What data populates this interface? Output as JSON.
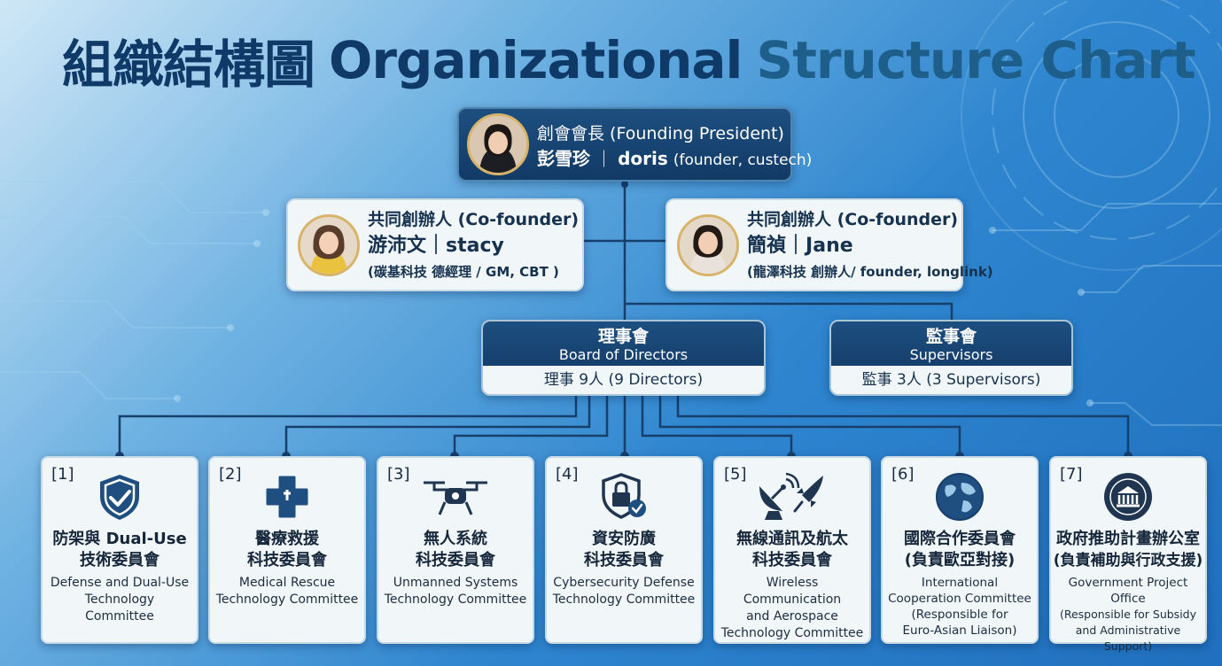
{
  "title": {
    "zh": "組織結構圖",
    "en_part1": "Organizational",
    "en_part2": "Structure Chart"
  },
  "president": {
    "role": "創會會長 (Founding President)",
    "name_zh": "彭雪珍",
    "separator": "｜",
    "name_en": "doris",
    "org": "(founder, custech)"
  },
  "cofounders": [
    {
      "role": "共同創辦人 (Co-founder)",
      "name_zh": "游沛文",
      "separator": "｜",
      "name_en": "stacy",
      "org": "(碳基科技 德經理 / GM, CBT )"
    },
    {
      "role": "共同創辦人 (Co-founder)",
      "name_zh": "簡禎",
      "separator": "｜",
      "name_en": "Jane",
      "org": "(龍澤科技 創辦人/ founder, longlink)"
    }
  ],
  "boards": [
    {
      "zh": "理事會",
      "en": "Board of Directors",
      "count": "理事 9人 (9 Directors)"
    },
    {
      "zh": "監事會",
      "en": "Supervisors",
      "count": "監事 3人 (3 Supervisors)"
    }
  ],
  "committees": [
    {
      "num": "[1]",
      "icon": "shield-check-icon",
      "zh1": "防架與 Dual-Use",
      "zh2": "技術委員會",
      "en": [
        "Defense and Dual-Use",
        "Technology",
        "Committee"
      ]
    },
    {
      "num": "[2]",
      "icon": "medical-cross-icon",
      "zh1": "醫療救援",
      "zh2": "科技委員會",
      "en": [
        "Medical Rescue",
        "Technology Committee"
      ]
    },
    {
      "num": "[3]",
      "icon": "drone-icon",
      "zh1": "無人系統",
      "zh2": "科技委員會",
      "en": [
        "Unmanned Systems",
        "Technology Committee"
      ]
    },
    {
      "num": "[4]",
      "icon": "lock-shield-icon",
      "zh1": "資安防廣",
      "zh2": "科技委員會",
      "en": [
        "Cybersecurity Defense",
        "Technology Committee"
      ]
    },
    {
      "num": "[5]",
      "icon": "satellite-rocket-icon",
      "zh1": "無線通訊及航太",
      "zh2": "科技委員會",
      "en": [
        "Wireless Communication",
        "and Aerospace",
        "Technology Committee"
      ]
    },
    {
      "num": "[6]",
      "icon": "globe-icon",
      "zh1": "國際合作委員會",
      "zh2": "(負責歐亞對接)",
      "en": [
        "International",
        "Cooperation Committee",
        "(Responsible for",
        "Euro-Asian Liaison)"
      ]
    },
    {
      "num": "[7]",
      "icon": "government-seal-icon",
      "zh1": "政府推助計畫辦公室",
      "zh2": "(負責補助與行政支援)",
      "en": [
        "Government Project",
        "Office",
        "(Responsible for Subsidy",
        "and Administrative Support)"
      ]
    }
  ]
}
